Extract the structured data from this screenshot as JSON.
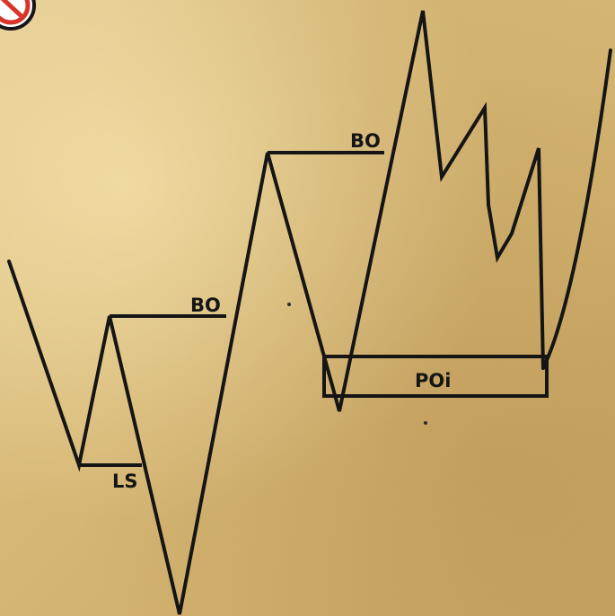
{
  "labels": {
    "bo_upper": "BO",
    "bo_lower": "BO",
    "ls": "LS",
    "poi": "POi"
  },
  "colors": {
    "ink": "#151515",
    "paper": "#d6b775",
    "badge": "#d9342b"
  },
  "icons": {
    "corner_badge": "no-entry-badge-icon"
  }
}
